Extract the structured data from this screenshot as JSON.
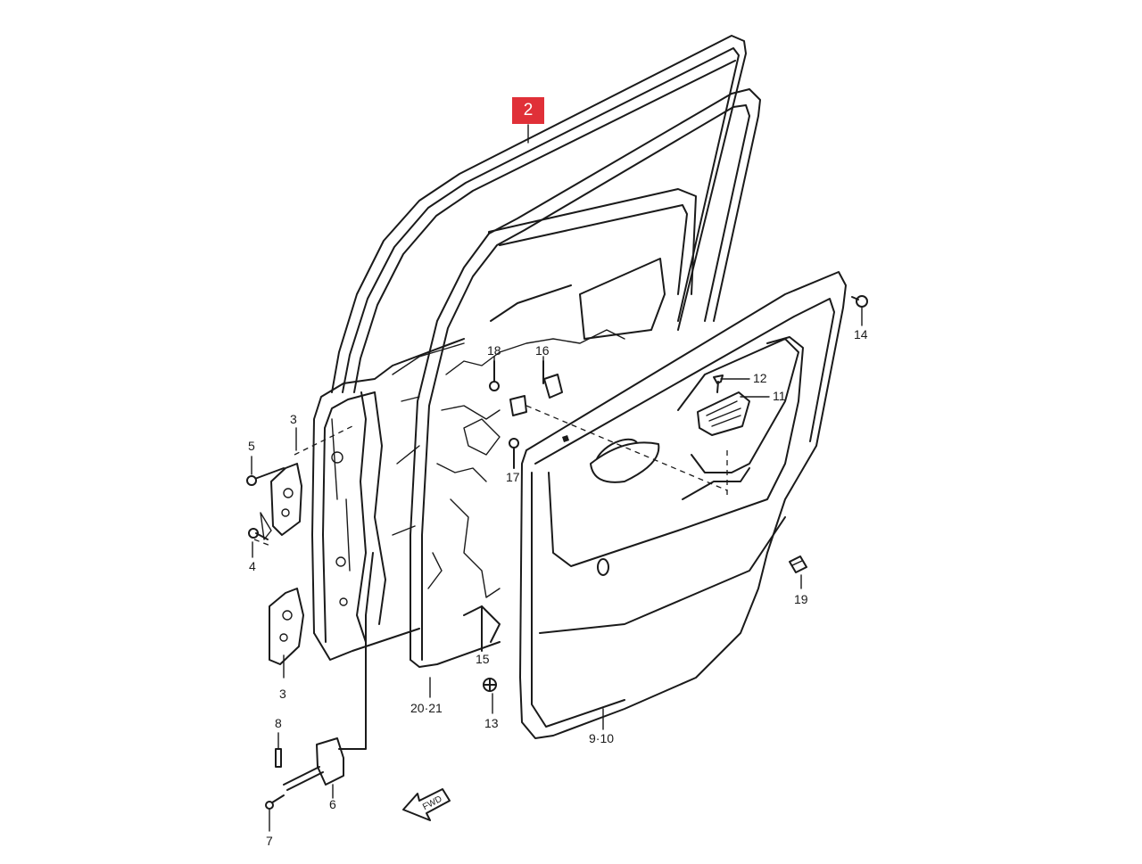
{
  "diagram": {
    "highlight_color": "#e03038",
    "line_color": "#1a1a1a",
    "highlighted_part": "2",
    "fwd_marker": "FWD",
    "callouts": [
      {
        "id": "2",
        "text": "2"
      },
      {
        "id": "3a",
        "text": "3"
      },
      {
        "id": "3b",
        "text": "3"
      },
      {
        "id": "4",
        "text": "4"
      },
      {
        "id": "5",
        "text": "5"
      },
      {
        "id": "6",
        "text": "6"
      },
      {
        "id": "7",
        "text": "7"
      },
      {
        "id": "8",
        "text": "8"
      },
      {
        "id": "9-10",
        "text": "9·10"
      },
      {
        "id": "11",
        "text": "11"
      },
      {
        "id": "12",
        "text": "12"
      },
      {
        "id": "13",
        "text": "13"
      },
      {
        "id": "14",
        "text": "14"
      },
      {
        "id": "15",
        "text": "15"
      },
      {
        "id": "16",
        "text": "16"
      },
      {
        "id": "17",
        "text": "17"
      },
      {
        "id": "18",
        "text": "18"
      },
      {
        "id": "19",
        "text": "19"
      },
      {
        "id": "20-21",
        "text": "20·21"
      }
    ]
  }
}
